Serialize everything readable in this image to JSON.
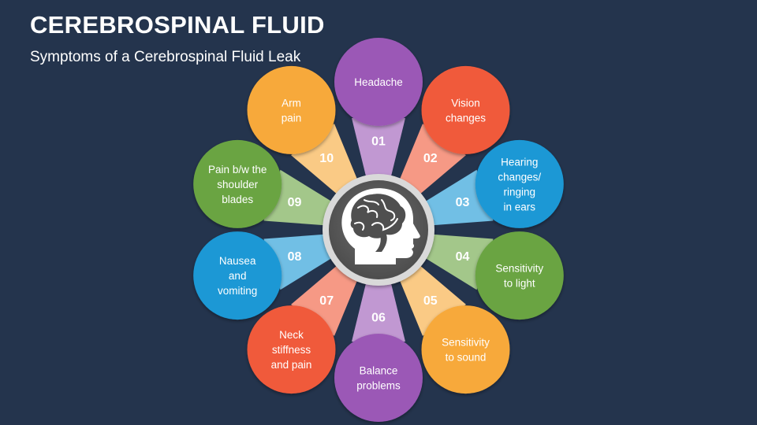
{
  "header": {
    "title": "CEREBROSPINAL FLUID",
    "subtitle": "Symptoms of a Cerebrospinal Fluid Leak"
  },
  "center": {
    "icon": "human-head-brain-icon"
  },
  "items": [
    {
      "number": "01",
      "lines": [
        "Headache"
      ],
      "color": "#9b59b6"
    },
    {
      "number": "02",
      "lines": [
        "Vision",
        "changes"
      ],
      "color": "#f05a3b"
    },
    {
      "number": "03",
      "lines": [
        "Hearing",
        "changes/",
        "ringing",
        "in ears"
      ],
      "color": "#1a98d5"
    },
    {
      "number": "04",
      "lines": [
        "Sensitivity",
        "to light"
      ],
      "color": "#6aa443"
    },
    {
      "number": "05",
      "lines": [
        "Sensitivity",
        "to sound"
      ],
      "color": "#f7a93b"
    },
    {
      "number": "06",
      "lines": [
        "Balance",
        "problems"
      ],
      "color": "#9b59b6"
    },
    {
      "number": "07",
      "lines": [
        "Neck",
        "stiffness",
        "and pain"
      ],
      "color": "#f05a3b"
    },
    {
      "number": "08",
      "lines": [
        "Nausea",
        "and",
        "vomiting"
      ],
      "color": "#1a98d5"
    },
    {
      "number": "09",
      "lines": [
        "Pain b/w the",
        "shoulder",
        "blades"
      ],
      "color": "#6aa443"
    },
    {
      "number": "10",
      "lines": [
        "Arm",
        "pain"
      ],
      "color": "#f7a93b"
    }
  ]
}
